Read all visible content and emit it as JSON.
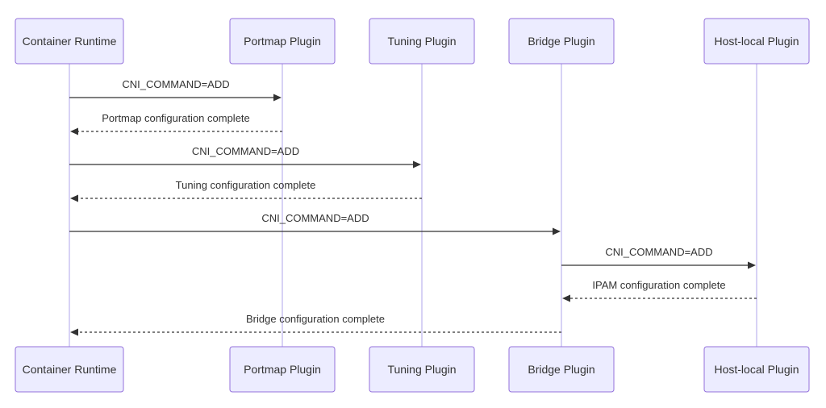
{
  "diagram": {
    "participants": [
      {
        "id": "runtime",
        "label": "Container Runtime"
      },
      {
        "id": "portmap",
        "label": "Portmap Plugin"
      },
      {
        "id": "tuning",
        "label": "Tuning Plugin"
      },
      {
        "id": "bridge",
        "label": "Bridge Plugin"
      },
      {
        "id": "hostlocal",
        "label": "Host-local Plugin"
      }
    ],
    "messages": [
      {
        "from": "runtime",
        "to": "portmap",
        "label": "CNI_COMMAND=ADD",
        "style": "solid"
      },
      {
        "from": "portmap",
        "to": "runtime",
        "label": "Portmap configuration complete",
        "style": "dashed"
      },
      {
        "from": "runtime",
        "to": "tuning",
        "label": "CNI_COMMAND=ADD",
        "style": "solid"
      },
      {
        "from": "tuning",
        "to": "runtime",
        "label": "Tuning configuration complete",
        "style": "dashed"
      },
      {
        "from": "runtime",
        "to": "bridge",
        "label": "CNI_COMMAND=ADD",
        "style": "solid"
      },
      {
        "from": "bridge",
        "to": "hostlocal",
        "label": "CNI_COMMAND=ADD",
        "style": "solid"
      },
      {
        "from": "hostlocal",
        "to": "bridge",
        "label": "IPAM configuration complete",
        "style": "dashed"
      },
      {
        "from": "bridge",
        "to": "runtime",
        "label": "Bridge configuration complete",
        "style": "dashed"
      }
    ]
  }
}
